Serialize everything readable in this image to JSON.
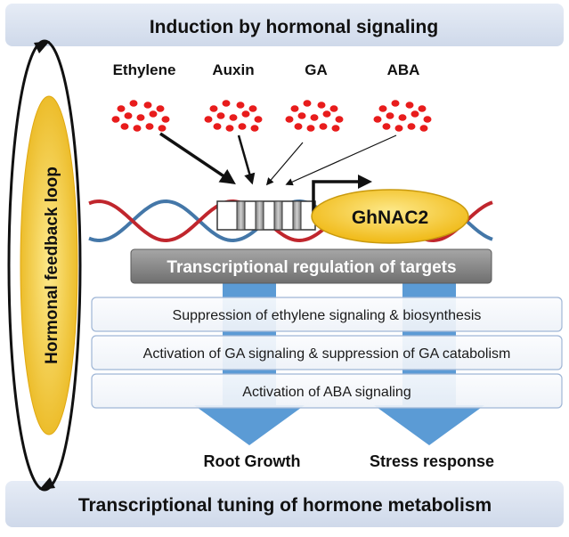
{
  "header": {
    "title": "Induction by hormonal signaling"
  },
  "footer": {
    "title": "Transcriptional tuning of hormone metabolism"
  },
  "feedback_loop": {
    "label": "Hormonal feedback loop"
  },
  "hormones": [
    {
      "name": "Ethylene"
    },
    {
      "name": "Auxin"
    },
    {
      "name": "GA"
    },
    {
      "name": "ABA"
    }
  ],
  "gene": {
    "name": "GhNAC2"
  },
  "regulation": {
    "label": "Transcriptional regulation of targets"
  },
  "effects": [
    {
      "label": "Suppression of ethylene signaling & biosynthesis"
    },
    {
      "label": "Activation of GA signaling & suppression of GA catabolism"
    },
    {
      "label": "Activation of ABA signaling"
    }
  ],
  "outcomes": [
    {
      "label": "Root Growth"
    },
    {
      "label": "Stress response"
    }
  ],
  "colors": {
    "panel": "#dbe3f1",
    "arrow_blue": "#5b9bd5",
    "dna_red": "#c0262d",
    "dna_blue": "#4477a8",
    "dot_red": "#e81c1c",
    "gene_yellow": "#f5c728",
    "regulation_gray": "#8c8c8c"
  }
}
